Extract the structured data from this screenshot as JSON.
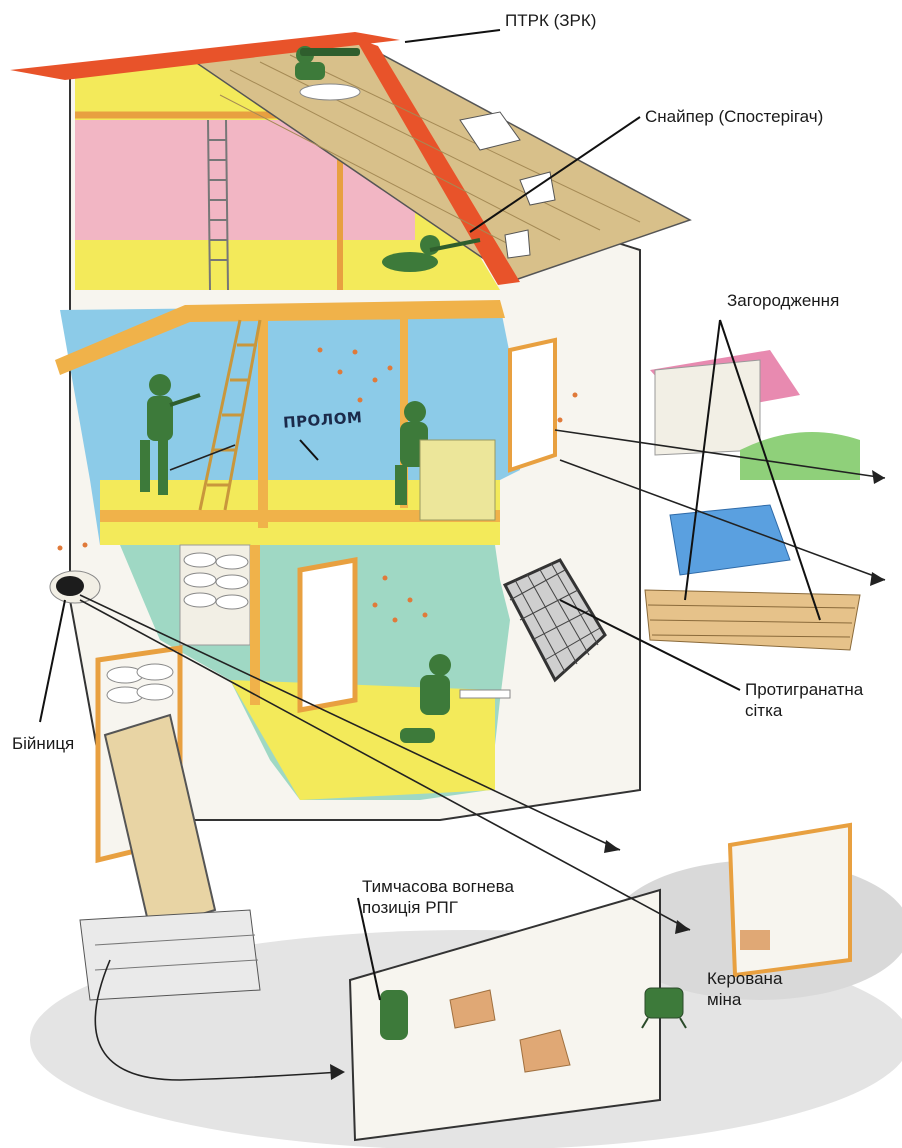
{
  "labels": {
    "atgm": "ПТРК (ЗРК)",
    "sniper": "Снайпер (Спостерігач)",
    "barrier": "Загородження",
    "net_line1": "Протигранатна",
    "net_line2": "сітка",
    "loophole": "Бійниця",
    "rpg_line1": "Тимчасова вогнева",
    "rpg_line2": "позиція РПГ",
    "mine_line1": "Керована",
    "mine_line2": "міна",
    "breach": "ПРОЛОМ"
  },
  "colors": {
    "roof_trim": "#e8532a",
    "roof_tiles": "#d8c08a",
    "attic_wall": "#f2b6c4",
    "floor_yellow": "#f3ea5a",
    "room_blue": "#8ccbe8",
    "room_green": "#9fd8c4",
    "beam": "#f0b24a",
    "soldier": "#3d7a3a",
    "brick": "#e0a875",
    "wall_white": "#f7f5ef"
  }
}
